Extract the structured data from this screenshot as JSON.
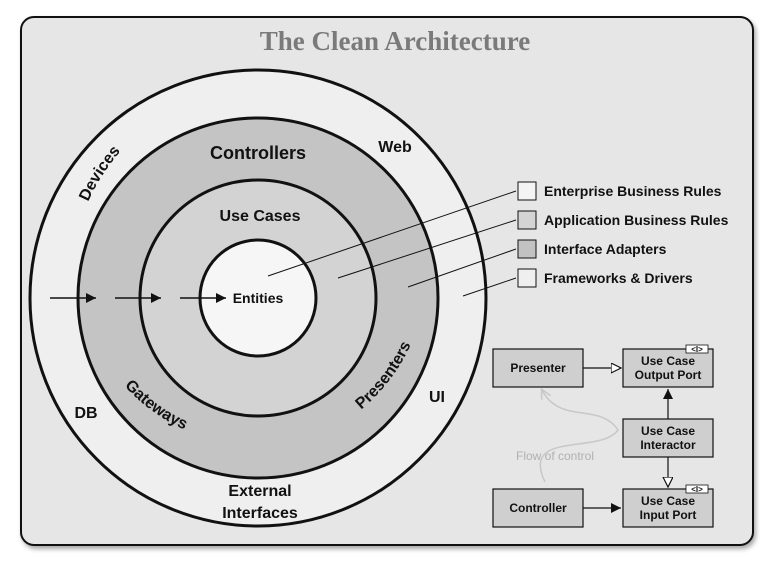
{
  "title": "The Clean Architecture",
  "rings": {
    "outer": [
      "Devices",
      "Web",
      "DB",
      "UI",
      "External",
      "Interfaces"
    ],
    "adapters": [
      "Controllers",
      "Gateways",
      "Presenters"
    ],
    "usecases": "Use Cases",
    "core": "Entities"
  },
  "legend": [
    {
      "label": "Enterprise Business Rules",
      "color": "#f4f4f4"
    },
    {
      "label": "Application Business Rules",
      "color": "#d4d4d4"
    },
    {
      "label": "Interface Adapters",
      "color": "#c2c2c2"
    },
    {
      "label": "Frameworks & Drivers",
      "color": "#efefef"
    }
  ],
  "flow_diagram": {
    "presenter": "Presenter",
    "output_port": [
      "Use Case",
      "Output Port"
    ],
    "interactor": [
      "Use Case",
      "Interactor"
    ],
    "controller": "Controller",
    "input_port": [
      "Use Case",
      "Input Port"
    ],
    "interface_marker": "<I>",
    "flow_label": "Flow of control"
  }
}
